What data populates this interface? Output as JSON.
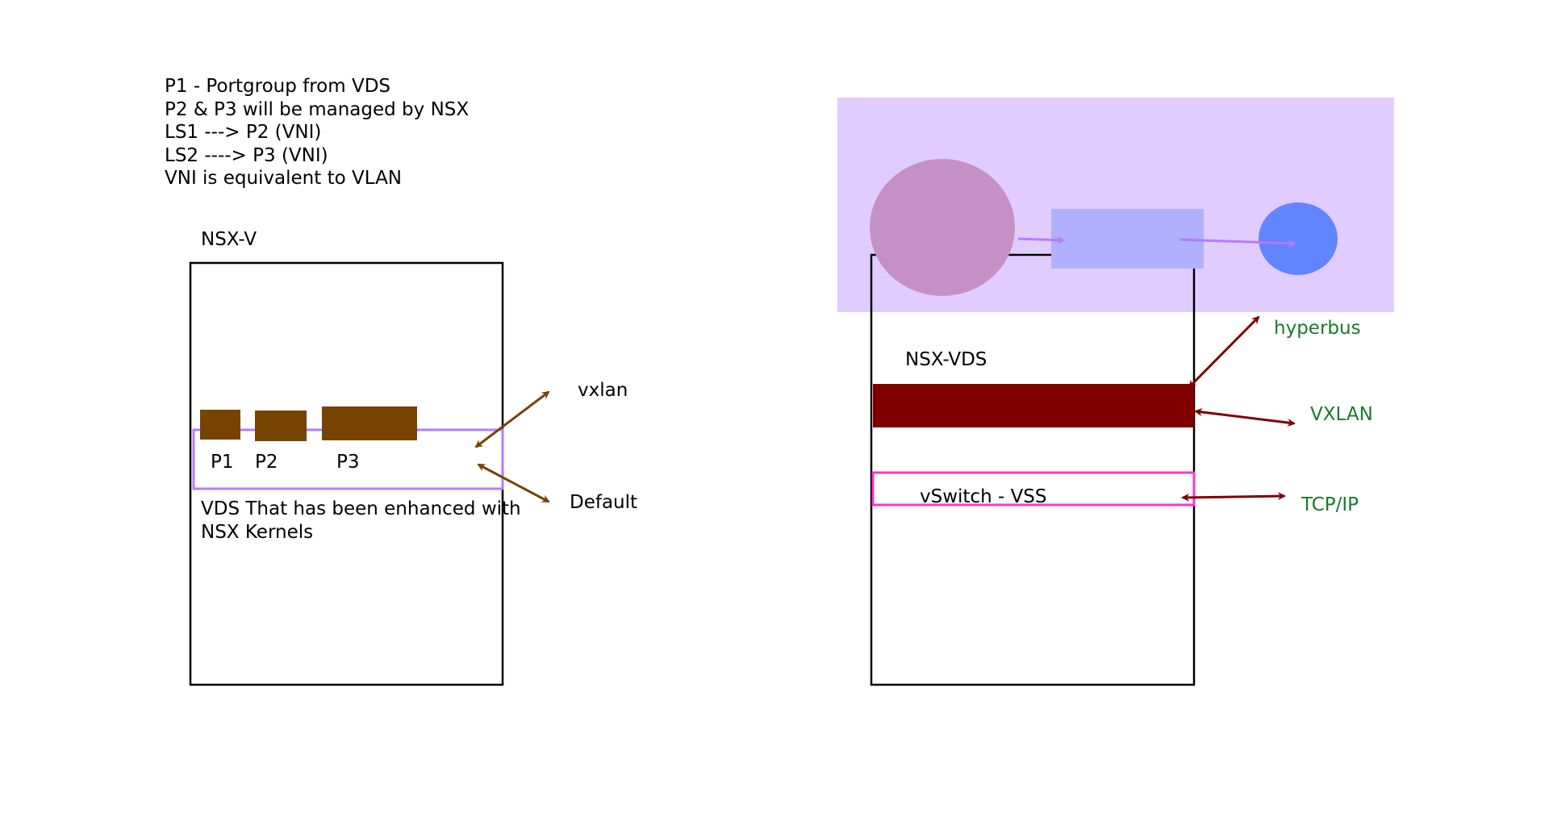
{
  "notes": [
    "P1 - Portgroup from VDS",
    "P2 & P3 will be managed by NSX",
    "LS1 ---> P2 (VNI)",
    "LS2 ----> P3 (VNI)",
    "VNI is equivalent to VLAN"
  ],
  "left": {
    "title": "NSX-V",
    "ports": [
      "P1",
      "P2",
      "P3"
    ],
    "description": "VDS That has been enhanced with NSX Kernels",
    "arrow_labels": [
      "vxlan",
      "Default"
    ]
  },
  "right": {
    "title": "NSX-VDS",
    "vss_label": "vSwitch - VSS",
    "arrow_labels": [
      "hyperbus",
      "VXLAN",
      "TCP/IP"
    ]
  },
  "colors": {
    "port_fill": "#774300",
    "vds_border": "#b57bff",
    "overlay_fill": "#e1ccff",
    "vds_bar": "#800000",
    "vss_border": "#ff33cc",
    "ellipse_fill": "#c591c4",
    "rect_fill": "#b0b0ff",
    "circle_fill": "#6085ff",
    "label_green": "#1a7a2a",
    "arrow_brown": "#774300",
    "arrow_red": "#800000",
    "arrow_purple": "#b57bff"
  }
}
